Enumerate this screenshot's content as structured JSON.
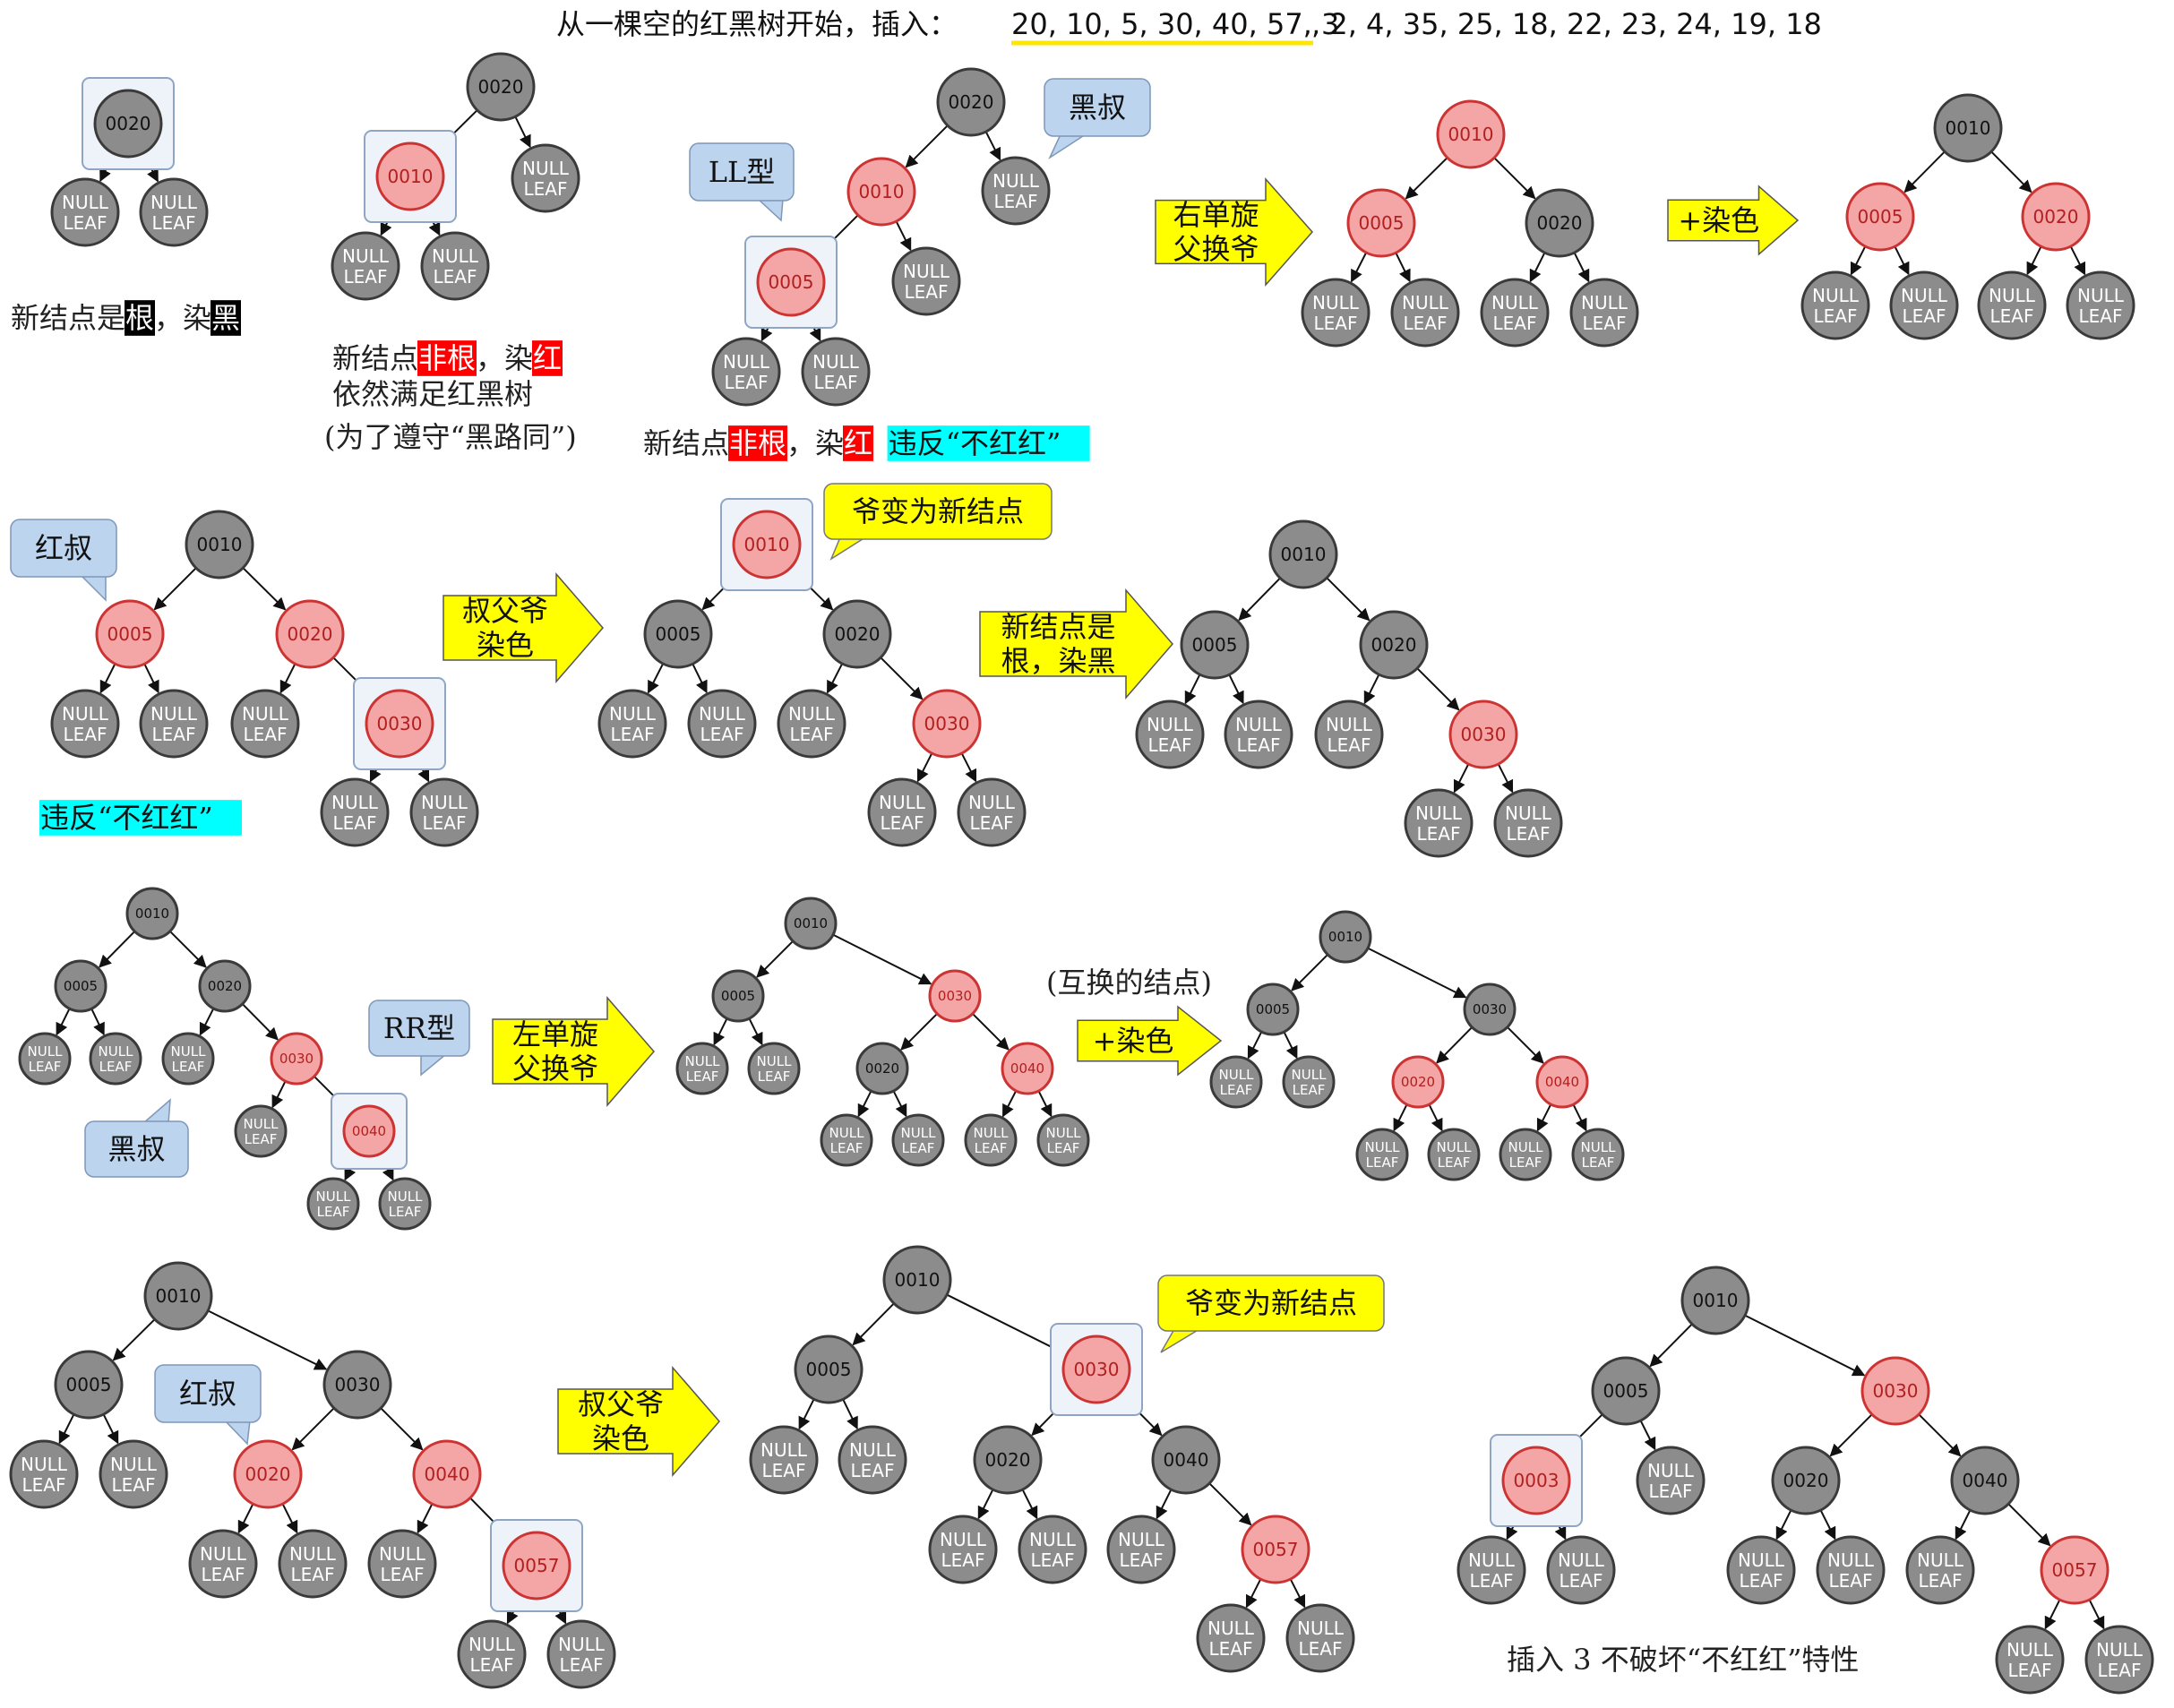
{
  "title": {
    "prefix": "从一棵空的红黑树开始，插入：",
    "sequence": "20, 10, 5, 30, 40, 57, 3",
    "rest": ", 2, 4, 35, 25, 18, 22, 23, 24, 19, 18"
  },
  "colors": {
    "black_node": "#8c8c8c",
    "red_node": "#f4a5a5",
    "red_node_stroke": "#cc3333",
    "node_stroke": "#3a3a3a",
    "arrow_fill": "#ffff00",
    "callout_fill": "#bcd4ee",
    "callout_yellow": "#ffff00",
    "highlight_red": "#ff0000",
    "highlight_cyan": "#00ffff",
    "underline": "#ffe600"
  },
  "null_leaf": [
    "NULL",
    "LEAF"
  ],
  "notes": {
    "n1": {
      "parts": [
        {
          "t": "新结点是",
          "hl": ""
        },
        {
          "t": "根",
          "hl": "black"
        },
        {
          "t": "，染",
          "hl": ""
        },
        {
          "t": "黑",
          "hl": "black"
        }
      ]
    },
    "n2a": {
      "parts": [
        {
          "t": "新结点",
          "hl": ""
        },
        {
          "t": "非根",
          "hl": "red"
        },
        {
          "t": "，染",
          "hl": ""
        },
        {
          "t": "红",
          "hl": "red"
        }
      ]
    },
    "n2b": {
      "parts": [
        {
          "t": "依然满足红黑树",
          "hl": ""
        }
      ]
    },
    "n2c": {
      "parts": [
        {
          "t": "(为了遵守“黑路同”)",
          "hl": ""
        }
      ]
    },
    "n3": {
      "parts": [
        {
          "t": "新结点",
          "hl": ""
        },
        {
          "t": "非根",
          "hl": "red"
        },
        {
          "t": "，染",
          "hl": ""
        },
        {
          "t": "红",
          "hl": "red"
        },
        {
          "t": " ",
          "hl": ""
        },
        {
          "t": "违反“不红红”",
          "hl": "cyan"
        }
      ]
    },
    "n4": {
      "parts": [
        {
          "t": "违反“不红红”",
          "hl": "cyan"
        }
      ]
    },
    "swap": {
      "parts": [
        {
          "t": "(互换的结点)",
          "hl": ""
        }
      ]
    },
    "n5": {
      "parts": [
        {
          "t": "插入 3 不破坏“不红红”特性",
          "hl": ""
        }
      ]
    }
  },
  "callouts": {
    "c1": "黑叔",
    "c2": "LL型",
    "c3": "红叔",
    "c4": "爷变为新结点",
    "c5": "RR型",
    "c6": "黑叔",
    "c7": "红叔",
    "c8": "爷变为新结点"
  },
  "arrows": {
    "a1": [
      "右单旋",
      "父换爷"
    ],
    "a2": [
      "+染色"
    ],
    "a3": [
      "叔父爷",
      "染色"
    ],
    "a4": [
      "新结点是",
      "根，染黑"
    ],
    "a5": [
      "左单旋",
      "父换爷"
    ],
    "a6": [
      "+染色"
    ],
    "a7": [
      "叔父爷",
      "染色"
    ]
  },
  "trees": [
    {
      "id": "t1",
      "nodes": [
        {
          "k": "0020",
          "c": "B"
        }
      ]
    },
    {
      "id": "t2",
      "nodes": [
        {
          "k": "0020",
          "c": "B"
        },
        {
          "k": "0010",
          "c": "R"
        }
      ]
    },
    {
      "id": "t3",
      "nodes": [
        {
          "k": "0020",
          "c": "B"
        },
        {
          "k": "0010",
          "c": "R"
        },
        {
          "k": "0005",
          "c": "R"
        }
      ]
    },
    {
      "id": "t4",
      "nodes": [
        {
          "k": "0010",
          "c": "R"
        },
        {
          "k": "0005",
          "c": "R"
        },
        {
          "k": "0020",
          "c": "B"
        }
      ]
    },
    {
      "id": "t5",
      "nodes": [
        {
          "k": "0010",
          "c": "B"
        },
        {
          "k": "0005",
          "c": "R"
        },
        {
          "k": "0020",
          "c": "R"
        }
      ]
    },
    {
      "id": "t6",
      "nodes": [
        {
          "k": "0010",
          "c": "B"
        },
        {
          "k": "0005",
          "c": "R"
        },
        {
          "k": "0020",
          "c": "R"
        },
        {
          "k": "0030",
          "c": "R"
        }
      ]
    },
    {
      "id": "t7",
      "nodes": [
        {
          "k": "0010",
          "c": "R"
        },
        {
          "k": "0005",
          "c": "B"
        },
        {
          "k": "0020",
          "c": "B"
        },
        {
          "k": "0030",
          "c": "R"
        }
      ]
    },
    {
      "id": "t8",
      "nodes": [
        {
          "k": "0010",
          "c": "B"
        },
        {
          "k": "0005",
          "c": "B"
        },
        {
          "k": "0020",
          "c": "B"
        },
        {
          "k": "0030",
          "c": "R"
        }
      ]
    },
    {
      "id": "t9",
      "nodes": [
        {
          "k": "0010",
          "c": "B"
        },
        {
          "k": "0005",
          "c": "B"
        },
        {
          "k": "0020",
          "c": "B"
        },
        {
          "k": "0030",
          "c": "R"
        },
        {
          "k": "0040",
          "c": "R"
        }
      ]
    },
    {
      "id": "t10",
      "nodes": [
        {
          "k": "0010",
          "c": "B"
        },
        {
          "k": "0005",
          "c": "B"
        },
        {
          "k": "0030",
          "c": "R"
        },
        {
          "k": "0020",
          "c": "B"
        },
        {
          "k": "0040",
          "c": "R"
        }
      ]
    },
    {
      "id": "t11",
      "nodes": [
        {
          "k": "0010",
          "c": "B"
        },
        {
          "k": "0005",
          "c": "B"
        },
        {
          "k": "0030",
          "c": "B"
        },
        {
          "k": "0020",
          "c": "R"
        },
        {
          "k": "0040",
          "c": "R"
        }
      ]
    },
    {
      "id": "t12",
      "nodes": [
        {
          "k": "0010",
          "c": "B"
        },
        {
          "k": "0005",
          "c": "B"
        },
        {
          "k": "0030",
          "c": "B"
        },
        {
          "k": "0020",
          "c": "R"
        },
        {
          "k": "0040",
          "c": "R"
        },
        {
          "k": "0057",
          "c": "R"
        }
      ]
    },
    {
      "id": "t13",
      "nodes": [
        {
          "k": "0010",
          "c": "B"
        },
        {
          "k": "0005",
          "c": "B"
        },
        {
          "k": "0030",
          "c": "R"
        },
        {
          "k": "0020",
          "c": "B"
        },
        {
          "k": "0040",
          "c": "B"
        },
        {
          "k": "0057",
          "c": "R"
        }
      ]
    },
    {
      "id": "t14",
      "nodes": [
        {
          "k": "0010",
          "c": "B"
        },
        {
          "k": "0005",
          "c": "B"
        },
        {
          "k": "0030",
          "c": "R"
        },
        {
          "k": "0003",
          "c": "R"
        },
        {
          "k": "0020",
          "c": "B"
        },
        {
          "k": "0040",
          "c": "B"
        },
        {
          "k": "0057",
          "c": "R"
        }
      ]
    }
  ]
}
